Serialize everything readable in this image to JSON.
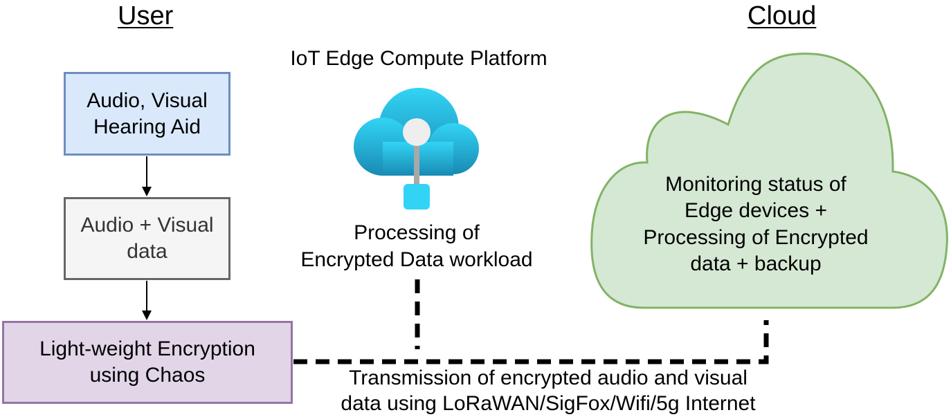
{
  "headings": {
    "user": "User",
    "cloud": "Cloud"
  },
  "nodes": {
    "hearing_aid": "Audio, Visual\nHearing Aid",
    "av_data": "Audio + Visual\ndata",
    "encryption": "Light-weight Encryption\nusing Chaos"
  },
  "edge_platform": {
    "title": "IoT Edge Compute Platform",
    "caption_line1": "Processing of",
    "caption_line2": "Encrypted Data workload",
    "icon": "azure-iot-edge-cloud-icon"
  },
  "cloud": {
    "line1": "Monitoring status of",
    "line2": "Edge devices +",
    "line3": "Processing of Encrypted",
    "line4": "data + backup"
  },
  "transmission": {
    "line1": "Transmission of encrypted audio and visual",
    "line2": "data using LoRaWAN/SigFox/Wifi/5g Internet"
  },
  "colors": {
    "hearing_fill": "#dae8fc",
    "hearing_stroke": "#6c8ebf",
    "data_fill": "#f5f5f5",
    "data_stroke": "#666666",
    "encrypt_fill": "#e1d5e7",
    "encrypt_stroke": "#9673a6",
    "cloud_fill": "#d5e8d4",
    "cloud_stroke": "#82b366",
    "edge_icon_light": "#32d4f5",
    "edge_icon_dark": "#198ab3"
  }
}
